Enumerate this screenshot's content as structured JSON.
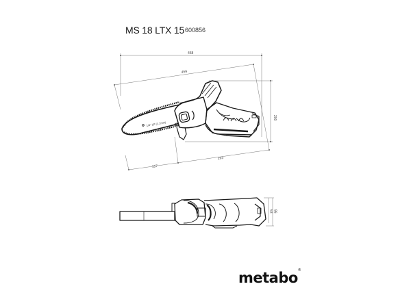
{
  "header": {
    "model": "MS 18 LTX 15",
    "article_number": "600856"
  },
  "top_view": {
    "chain_label": "1/4\" LP (1.1mm)",
    "dimensions": {
      "overall_length": "458",
      "diagonal_length": "459",
      "height": "200",
      "bar_segment": "157",
      "body_segment": "293"
    }
  },
  "side_view": {
    "dimensions": {
      "inner_height": "63",
      "outer_height": "86"
    }
  },
  "brand": {
    "logo_text": "metabo",
    "registered_mark": "®"
  },
  "colors": {
    "line": "#1a1a1a",
    "dimension_line": "#666666",
    "background": "#ffffff"
  }
}
